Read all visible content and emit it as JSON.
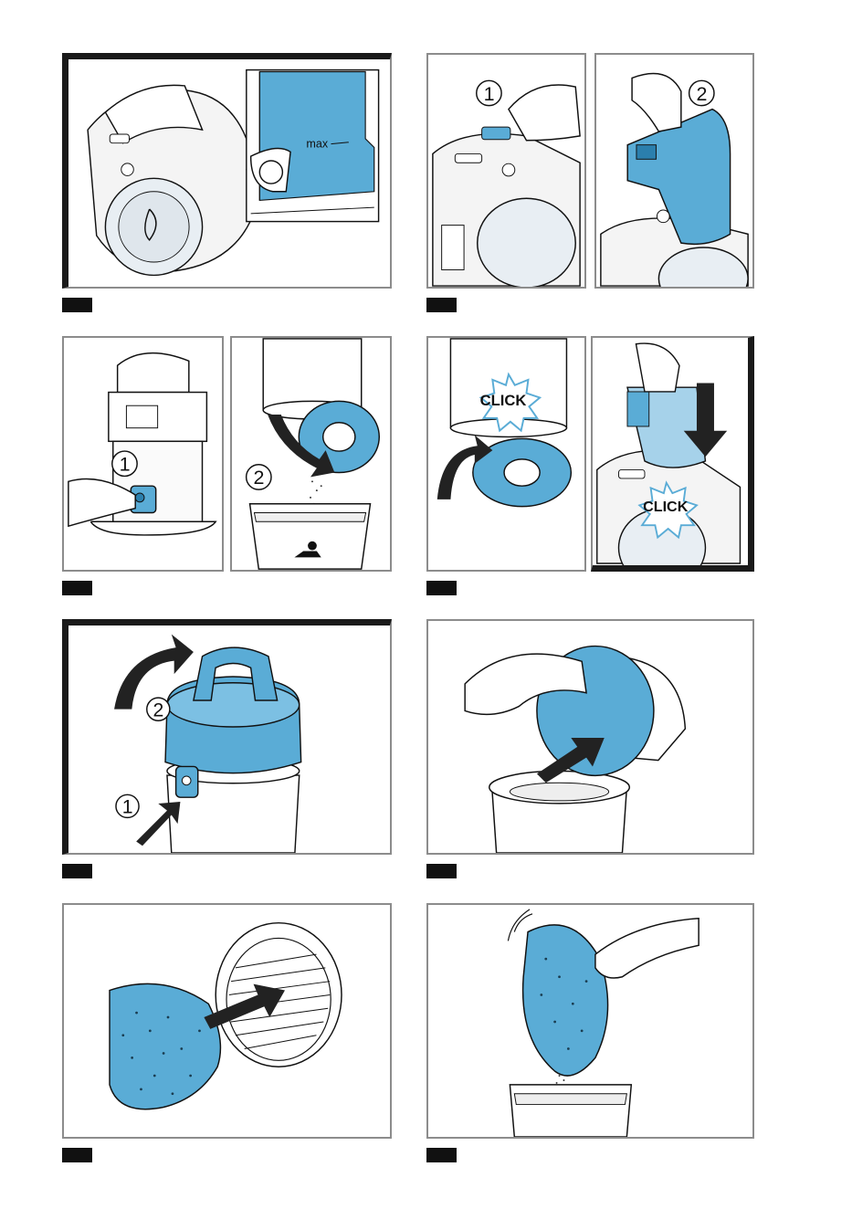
{
  "figure1": {
    "max_label": "max"
  },
  "figure2": {
    "callout_1": "1",
    "callout_2": "2"
  },
  "figure3": {
    "callout_1": "1",
    "callout_2": "2"
  },
  "figure4": {
    "click_label_1": "CLICK",
    "click_label_2": "CLICK"
  },
  "figure5": {
    "callout_1": "1",
    "callout_2": "2"
  },
  "colors": {
    "accent_blue": "#5aacd6",
    "line": "#111111",
    "frame": "#8c8c8c",
    "tab": "#111111"
  }
}
